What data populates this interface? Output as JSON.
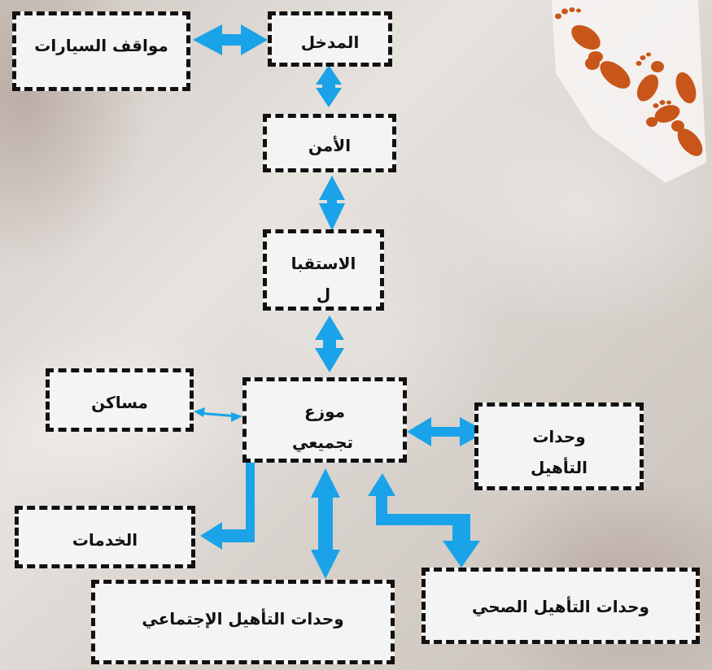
{
  "nodes": {
    "entrance": "المدخل",
    "parking": "مواقف السيارات",
    "security": "الأمن",
    "reception": "الاستقبال",
    "distributor": "موزع تجميعي",
    "housing": "مساكن",
    "services": "الخدمات",
    "rehab_units": "وحدات التأهيل",
    "social_rehab": "وحدات التأهيل الإجتماعي",
    "health_rehab": "وحدات التأهيل الصحي"
  },
  "colors": {
    "arrow": "#1aa3e8",
    "footprint": "#c8561a",
    "box_border": "#111111",
    "box_fill": "#f4f4f4"
  }
}
